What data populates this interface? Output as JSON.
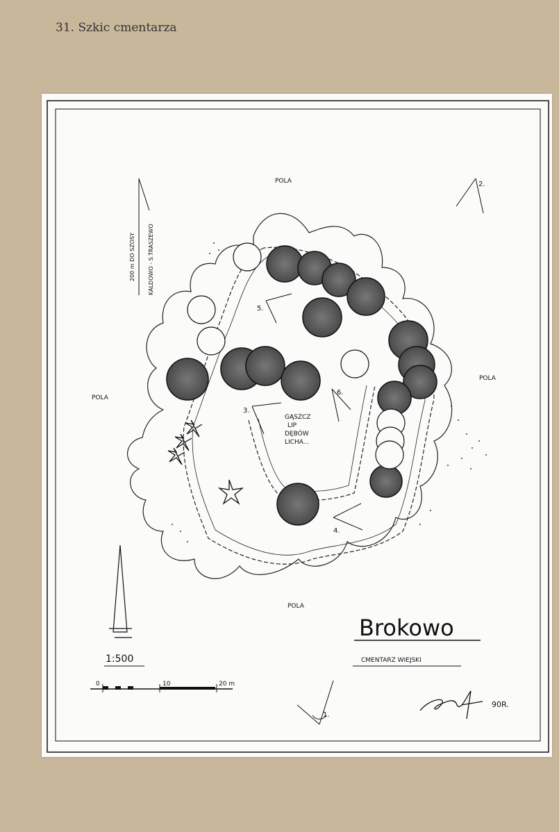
{
  "page": {
    "caption": "31. Szkic cmentarza"
  },
  "map": {
    "field_label": "POLA",
    "road_distance": "200 m DO SZOSY",
    "road_name": "KALDOWO - S.TRASZEWO",
    "thicket_note": [
      "GĄSZCZ",
      "LIP",
      "DĘBÓW",
      "LICHA..."
    ],
    "viewpoints": [
      "1.",
      "2.",
      "3.",
      "4.",
      "5.",
      "6."
    ],
    "scale": "1:500",
    "scale_ticks": [
      "0",
      "10",
      "20 m"
    ],
    "title": "Brokowo",
    "subtitle": "CMENTARZ WIEJSKI",
    "signature_date": "90R."
  },
  "colors": {
    "background": "#c8b79a",
    "paper": "#fbfbfa",
    "ink": "#111111",
    "tree_fill": "#5a5a5a"
  }
}
